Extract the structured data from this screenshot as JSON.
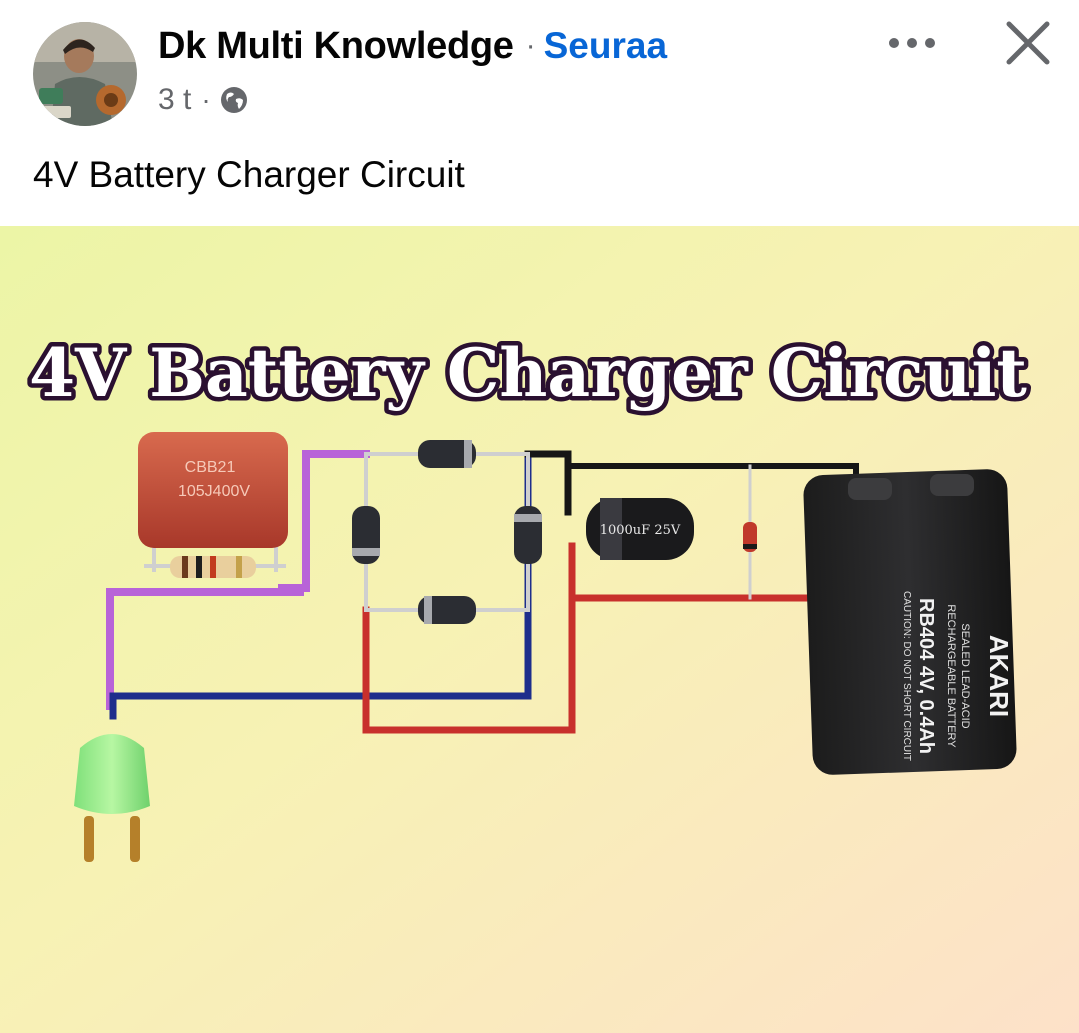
{
  "post": {
    "author_name": "Dk Multi Knowledge",
    "separator": "·",
    "follow_label": "Seuraa",
    "timestamp": "3 t",
    "meta_separator": "·",
    "caption": "4V Battery Charger Circuit"
  },
  "icons": {
    "avatar": "avatar-photo",
    "audience": "globe-icon",
    "more": "more-options-icon",
    "close": "close-icon"
  },
  "image": {
    "title": "4V Battery Charger Circuit",
    "capacitor_label_1": "CBB21",
    "capacitor_label_2": "105J400V",
    "electrolytic_label": "1000uF 25V",
    "battery_brand": "AKARI",
    "battery_line_1": "SEALED LEAD-ACID",
    "battery_line_2": "RECHARGEABLE BATTERY",
    "battery_model": "RB404 4V, 0.4Ah",
    "battery_line_3": "CAUTION: DO NOT SHORT CIRCUIT"
  },
  "colors": {
    "text_primary": "#050505",
    "text_secondary": "#65676b",
    "link_blue": "#0866d6"
  }
}
